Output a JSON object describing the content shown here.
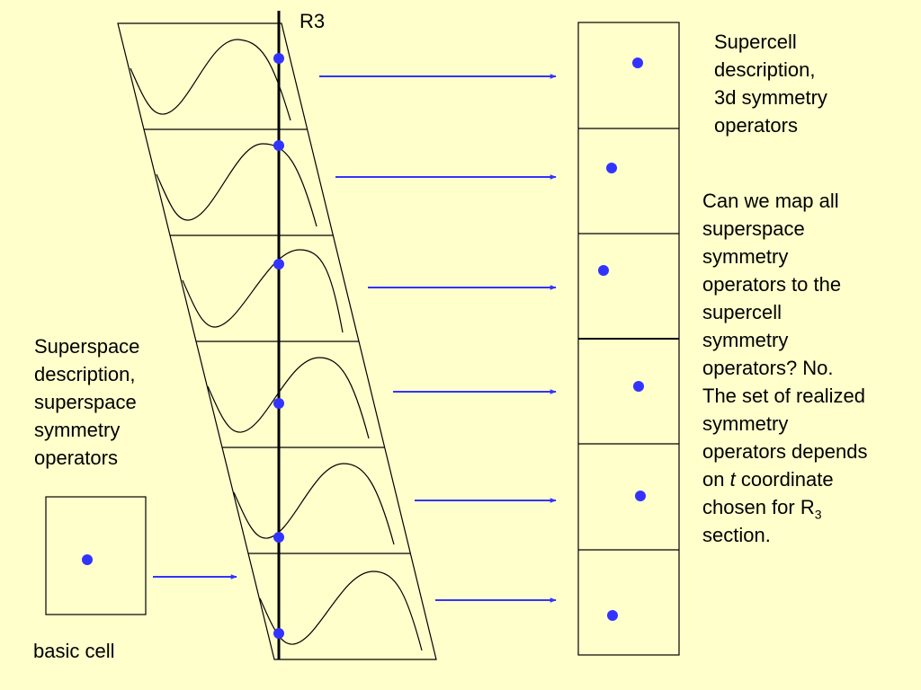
{
  "labels": {
    "axis": "R3",
    "supercell_lines": [
      "Supercell",
      "description,",
      "3d symmetry",
      "operators"
    ],
    "question_lines": [
      "Can we map all",
      "superspace",
      "symmetry",
      "operators to the",
      "supercell",
      "symmetry",
      "operators? No.",
      "The set of realized",
      "symmetry",
      "operators depends"
    ],
    "question_on": "on ",
    "question_t": "t",
    "question_coord": " coordinate",
    "question_chosen": "chosen for R",
    "question_sub": "3",
    "question_last": "section.",
    "superspace_lines": [
      "Superspace",
      "description,",
      "superspace",
      "symmetry",
      "operators"
    ],
    "basic_cell": "basic cell"
  },
  "colors": {
    "background": "#ffffcc",
    "dot": "#3333ff",
    "arrow": "#3333ff",
    "line": "#000000"
  }
}
